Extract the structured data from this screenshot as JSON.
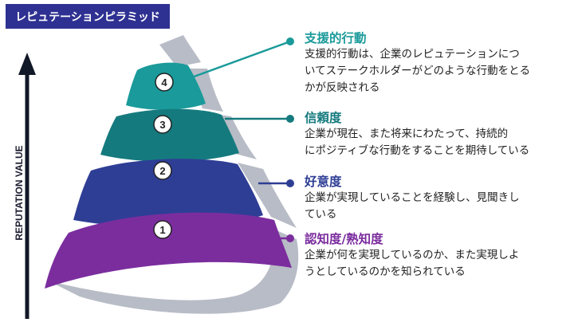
{
  "title": "レピュテーションピラミッド",
  "axis_label": "REPUTATION VALUE",
  "levels": [
    {
      "number": "1",
      "heading": "認知度/熟知度",
      "body_lines": [
        "企業が何を実現しているのか、また実現しよ",
        "うとしているのかを知られている"
      ],
      "color": "#7b2d9e"
    },
    {
      "number": "2",
      "heading": "好意度",
      "body_lines": [
        "企業が実現していることを経験し、見聞きし",
        "ている"
      ],
      "color": "#2e3e95"
    },
    {
      "number": "3",
      "heading": "信頼度",
      "body_lines": [
        "企業が現在、また将来にわたって、持続的",
        "にポジティブな行動をすることを期待している"
      ],
      "color": "#157a7e"
    },
    {
      "number": "4",
      "heading": "支援的行動",
      "body_lines": [
        "支援的行動は、企業のレピュテーションにつ",
        "いてステークホルダーがどのような行動をとる",
        "かが反映される"
      ],
      "color": "#1a9a9a"
    }
  ],
  "colors": {
    "title_bg": "#2e3192",
    "arrow": "#111827",
    "back_ribbon": "#b8bcc6"
  }
}
